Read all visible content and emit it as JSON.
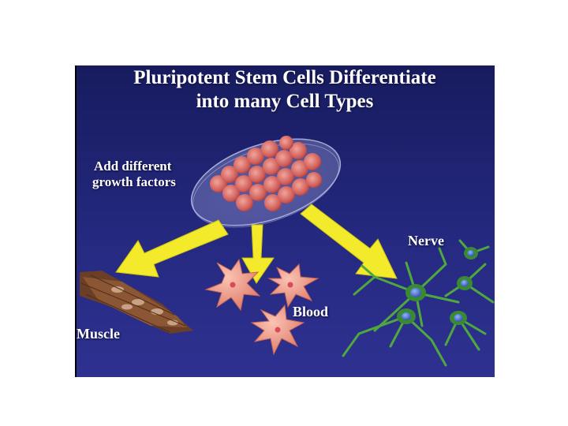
{
  "slide": {
    "title_line1": "Pluripotent Stem Cells Differentiate",
    "title_line2": "into many Cell Types",
    "instruction_line1": "Add different",
    "instruction_line2": "growth factors",
    "muscle_label": "Muscle",
    "blood_label": "Blood",
    "nerve_label": "Nerve"
  },
  "colors": {
    "background_top": "#1a1f6e",
    "background_bottom": "#2c2f8a",
    "arrow": "#f2ea2a",
    "blood_cell": "#e9907f",
    "nerve_cell": "#3f8f3a",
    "muscle_cell": "#7a4a2c",
    "dish_cell": "#c85a5a"
  }
}
